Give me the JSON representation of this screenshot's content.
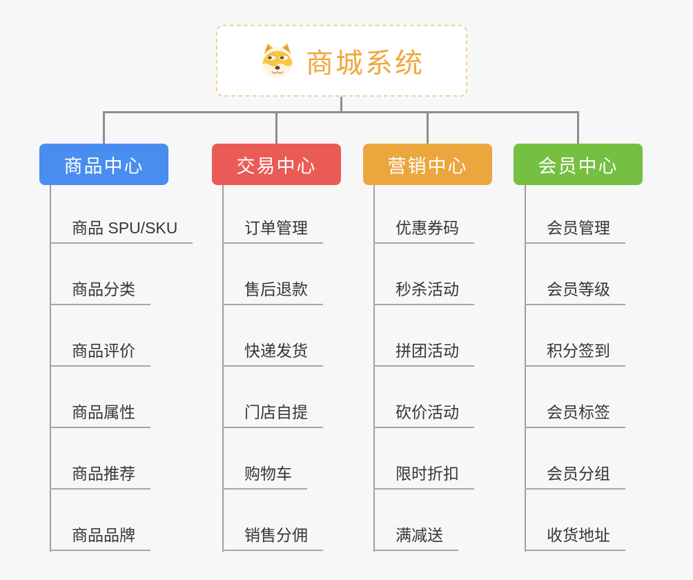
{
  "root": {
    "title": "商城系统",
    "icon": "shiba-dog-icon"
  },
  "branches": [
    {
      "label": "商品中心",
      "color": "#4a8df0",
      "children": [
        "商品 SPU/SKU",
        "商品分类",
        "商品评价",
        "商品属性",
        "商品推荐",
        "商品品牌"
      ]
    },
    {
      "label": "交易中心",
      "color": "#ea5b56",
      "children": [
        "订单管理",
        "售后退款",
        "快递发货",
        "门店自提",
        "购物车",
        "销售分佣"
      ]
    },
    {
      "label": "营销中心",
      "color": "#ebA73e",
      "children": [
        "优惠券码",
        "秒杀活动",
        "拼团活动",
        "砍价活动",
        "限时折扣",
        "满减送"
      ]
    },
    {
      "label": "会员中心",
      "color": "#75bf41",
      "children": [
        "会员管理",
        "会员等级",
        "积分签到",
        "会员标签",
        "会员分组",
        "收货地址"
      ]
    }
  ],
  "colors": {
    "background": "#f7f7f7",
    "connector": "#8d8d8d",
    "trunk_line": "#9e9e9e",
    "leaf_underline": "#a6a6a6",
    "root_text": "#f0a73c",
    "root_border": "#f2d29a",
    "leaf_text": "#33363b"
  }
}
